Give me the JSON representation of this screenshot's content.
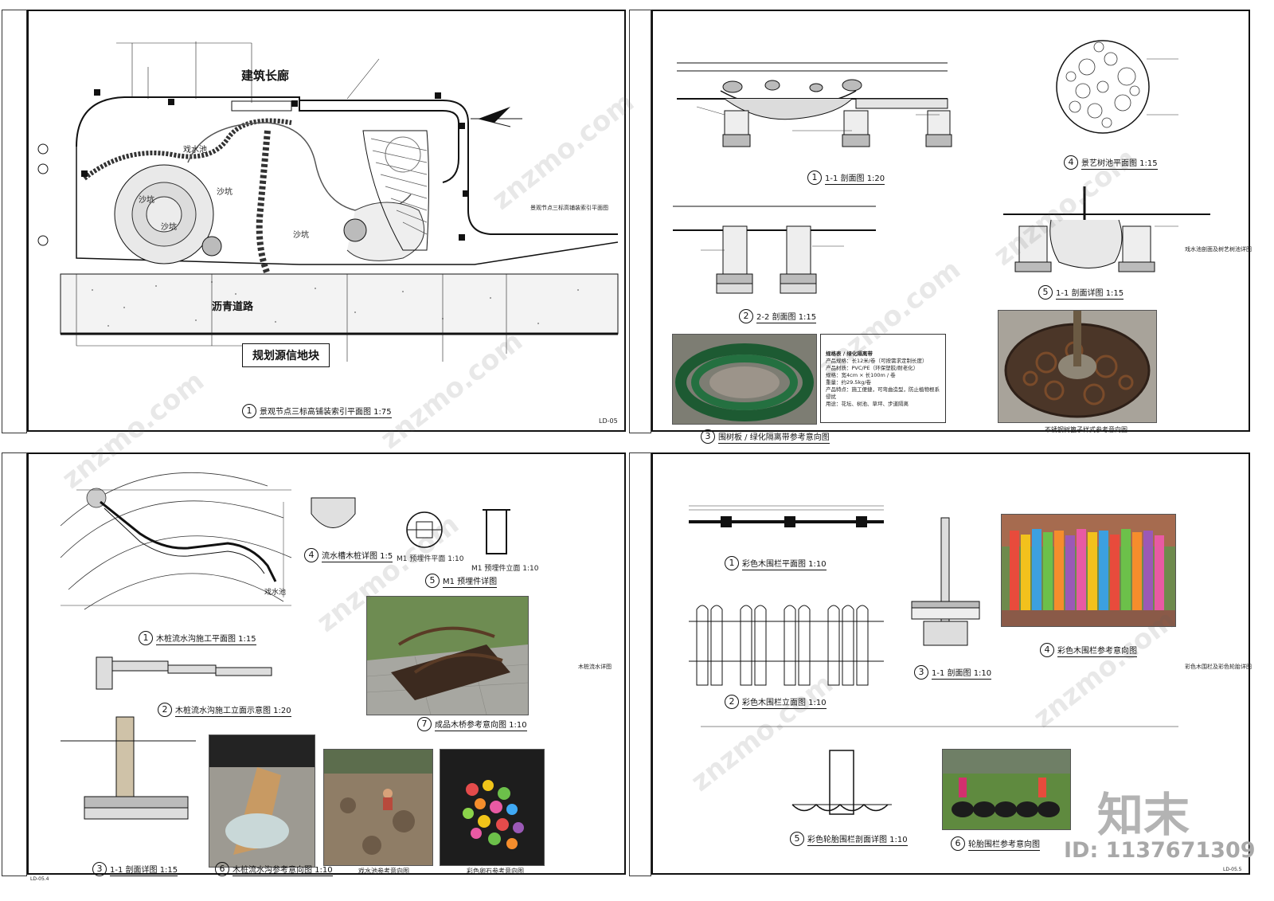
{
  "sheet1": {
    "label_corridor": "建筑长廊",
    "label_road": "沥青道路",
    "label_plot": "规划源信地块",
    "label_waterpool": "戏水池",
    "label_sandpit_a": "沙坑",
    "label_sandpit_b": "沙坑",
    "label_sandpit_c": "沙坑",
    "label_sandpit_d": "沙坑",
    "caption_num": "1",
    "caption": "景观节点三标高铺装索引平面图 1:75",
    "side_note": "景观节点三标高铺装索引平面图",
    "sheet_no": "LD-05"
  },
  "sheet2": {
    "cap1_num": "1",
    "cap1": "1-1 剖面图 1:20",
    "cap2_num": "2",
    "cap2": "2-2 剖面图 1:15",
    "cap3_num": "3",
    "cap3": "围树板 / 绿化隔离带参考意向图",
    "cap4_num": "4",
    "cap4": "景艺树池平面图 1:15",
    "cap5_num": "5",
    "cap5": "1-1 剖面详图 1:15",
    "photo_caption": "不锈钢树篦子样式参考意向图",
    "side_note": "戏水池剖面及树艺树池详图",
    "spec_title": "规格表 / 绿化隔离带",
    "spec_lines": [
      "产品规格：长12米/卷（可按需求定制长度）",
      "产品材质：PVC/PE（环保塑胶/耐老化）",
      "规格：宽4cm × 长100m / 卷",
      "重量：约29.5kg/卷",
      "产品特点：施工便捷，可弯曲造型，防止植物根系侵扰",
      "用途：花坛、树池、草坪、步道隔离"
    ]
  },
  "sheet3": {
    "cap1_num": "1",
    "cap1": "木桩流水沟施工平面图 1:15",
    "cap2_num": "2",
    "cap2": "木桩流水沟施工立面示意图 1:20",
    "cap3_num": "3",
    "cap3": "1-1 剖面详图 1:15",
    "cap4_num": "4",
    "cap4": "流水槽木桩详图 1:5",
    "cap5_num": "5",
    "cap5": "M1 预埋件详图",
    "cap6_num": "6",
    "cap6": "木桩流水沟参考意向图 1:10",
    "cap7_num": "7",
    "cap7": "成品木桥参考意向图 1:10",
    "label_m1_plan": "M1 预埋件平面 1:10",
    "label_m1_elev": "M1 预埋件立面 1:10",
    "label_pool": "戏水池",
    "photo_caption_a": "戏水池参考意向图",
    "photo_caption_b": "彩色卵石参考意向图",
    "side_note": "木桩流水详图",
    "sheet_no": "LD-05.4"
  },
  "sheet4": {
    "cap1_num": "1",
    "cap1": "彩色木围栏平面图 1:10",
    "cap2_num": "2",
    "cap2": "彩色木围栏立面图 1:10",
    "cap3_num": "3",
    "cap3": "1-1 剖面图 1:10",
    "cap4_num": "4",
    "cap4": "彩色木围栏参考意向图",
    "cap5_num": "5",
    "cap5": "彩色轮胎围栏剖面详图 1:10",
    "cap6_num": "6",
    "cap6": "轮胎围栏参考意向图",
    "side_note": "彩色木围栏及彩色轮胎详图",
    "sheet_no": "LD-05.5"
  },
  "watermark": {
    "site": "znzmo.com",
    "brand": "知末",
    "id_label": "ID: 1137671309"
  }
}
